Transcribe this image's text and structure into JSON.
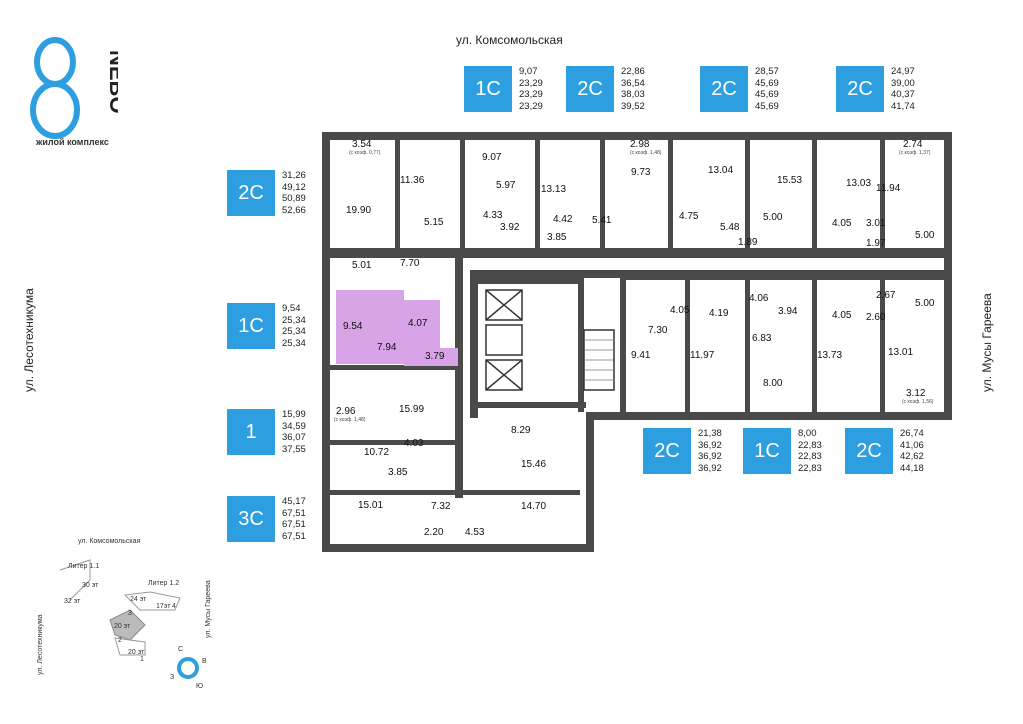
{
  "brand": {
    "name": "NEBO",
    "digit": "8",
    "subtitle": "жилой комплекс"
  },
  "streets": {
    "top": "ул. Комсомольская",
    "left": "ул. Лесотехникума",
    "right": "ул. Мусы Гареева"
  },
  "legends": [
    {
      "type": "1C",
      "areas": [
        "9,07",
        "23,29",
        "23,29",
        "23,29"
      ]
    },
    {
      "type": "2C",
      "areas": [
        "22,86",
        "36,54",
        "38,03",
        "39,52"
      ]
    },
    {
      "type": "2C",
      "areas": [
        "28,57",
        "45,69",
        "45,69",
        "45,69"
      ]
    },
    {
      "type": "2C",
      "areas": [
        "24,97",
        "39,00",
        "40,37",
        "41,74"
      ]
    },
    {
      "type": "2C",
      "areas": [
        "31,26",
        "49,12",
        "50,89",
        "52,66"
      ]
    },
    {
      "type": "1C",
      "areas": [
        "9,54",
        "25,34",
        "25,34",
        "25,34"
      ]
    },
    {
      "type": "1",
      "areas": [
        "15,99",
        "34,59",
        "36,07",
        "37,55"
      ]
    },
    {
      "type": "3C",
      "areas": [
        "45,17",
        "67,51",
        "67,51",
        "67,51"
      ]
    },
    {
      "type": "2C",
      "areas": [
        "21,38",
        "36,92",
        "36,92",
        "36,92"
      ]
    },
    {
      "type": "1C",
      "areas": [
        "8,00",
        "22,83",
        "22,83",
        "22,83"
      ]
    },
    {
      "type": "2C",
      "areas": [
        "26,74",
        "41,06",
        "42,62",
        "44,18"
      ]
    }
  ],
  "rooms": [
    "3.54",
    "11.36",
    "9.07",
    "5.97",
    "13.13",
    "2.98",
    "9.73",
    "13.04",
    "15.53",
    "13.03",
    "2.74",
    "11.94",
    "19.90",
    "5.15",
    "4.33",
    "3.92",
    "4.42",
    "3.85",
    "5.41",
    "4.75",
    "5.48",
    "5.00",
    "1.89",
    "4.05",
    "3.01",
    "1.97",
    "5.00",
    "5.01",
    "7.70",
    "9.54",
    "4.07",
    "7.94",
    "3.79",
    "2.67",
    "5.00",
    "4.05",
    "4.19",
    "4.06",
    "3.94",
    "4.05",
    "2.60",
    "7.30",
    "9.41",
    "11.97",
    "6.83",
    "13.73",
    "13.01",
    "8.00",
    "3.12",
    "2.96",
    "15.99",
    "8.29",
    "4.03",
    "10.72",
    "15.46",
    "3.85",
    "15.01",
    "7.32",
    "14.70",
    "2.20",
    "4.53"
  ],
  "room_notes": [
    "(с коэф. 0,77)",
    "(с коэф. 1,48)",
    "(с коэф. 1,37)",
    "(с коэф. 1,48)",
    "(с коэф. 1,56)"
  ],
  "minimap": {
    "street_top": "ул. Комсомольская",
    "street_left": "ул. Лесотехникума",
    "street_right": "ул. Мусы Гареева",
    "liter_1_1": "Литер 1.1",
    "liter_1_2": "Литер 1.2",
    "floors_30": "30 эт",
    "floors_32": "32 эт",
    "floors_24": "24 эт",
    "floors_17": "17эт",
    "floors_20a": "20 эт",
    "floors_20b": "20 эт",
    "sec1": "1",
    "sec2": "2",
    "sec3": "3",
    "sec4": "4",
    "compass_n": "С",
    "compass_e": "В",
    "compass_s": "Ю",
    "compass_w": "З"
  },
  "colors": {
    "accent": "#2d9fe0",
    "wall": "#4a4a4a",
    "highlight": "#d9a3e8"
  }
}
